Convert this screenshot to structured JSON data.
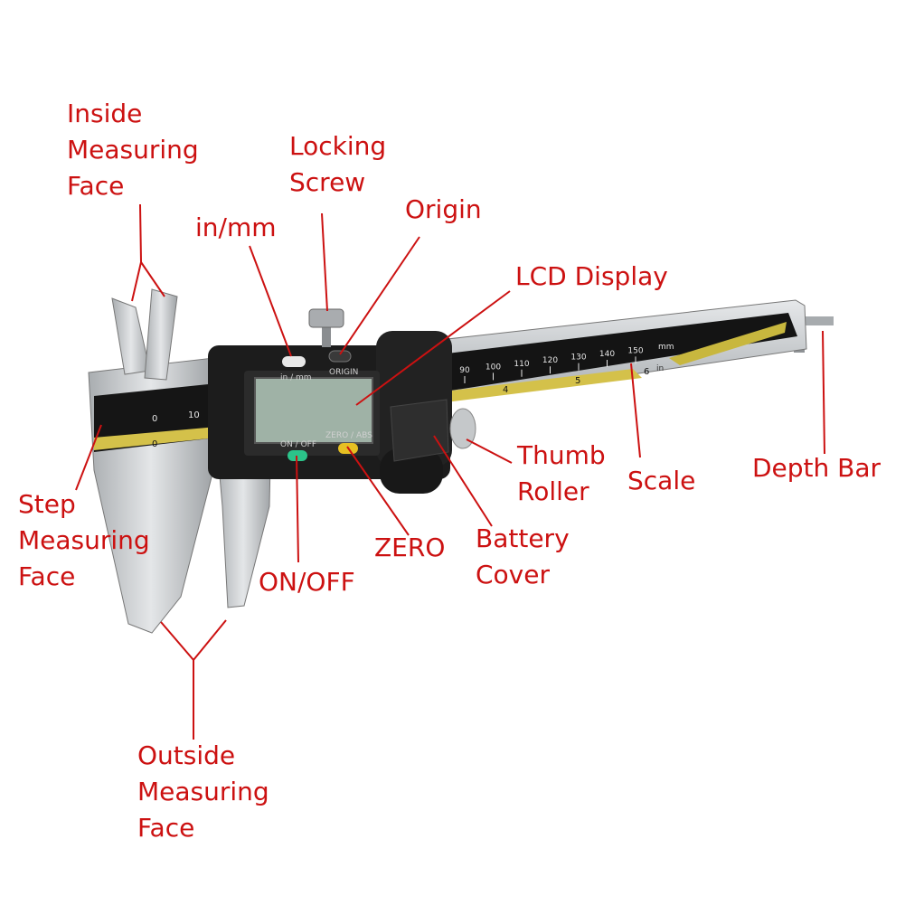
{
  "colors": {
    "label": "#cc1111",
    "steel": "#c9ccce",
    "body": "#1c1c1c",
    "scale_stripe": "#d4c14a",
    "on_button": "#2bc48a",
    "zero_button": "#e6c022"
  },
  "labels": {
    "inside_measuring_face": [
      "Inside",
      "Measuring",
      "Face"
    ],
    "locking_screw": [
      "Locking",
      "Screw"
    ],
    "origin": [
      "Origin"
    ],
    "in_mm": [
      "in/mm"
    ],
    "lcd_display": [
      "LCD Display"
    ],
    "thumb_roller": [
      "Thumb",
      "Roller"
    ],
    "scale": [
      "Scale"
    ],
    "depth_bar": [
      "Depth Bar"
    ],
    "step_measuring_face": [
      "Step",
      "Measuring",
      "Face"
    ],
    "zero": [
      "ZERO"
    ],
    "on_off": [
      "ON/OFF"
    ],
    "battery_cover": [
      "Battery",
      "Cover"
    ],
    "outside_measuring_face": [
      "Outside",
      "Measuring",
      "Face"
    ]
  },
  "device": {
    "in_mm_text": "in / mm",
    "origin_text": "ORIGIN",
    "on_off_text": "ON / OFF",
    "zero_abs_text": "ZERO / ABS",
    "mm_unit": "mm",
    "in_unit": "in",
    "beam_numbers": [
      "90",
      "100",
      "110",
      "120",
      "130",
      "140",
      "150"
    ],
    "inch_numbers": [
      "4",
      "5",
      "6"
    ],
    "jaw_scale_numbers": [
      "0",
      "10"
    ],
    "jaw_inch_zero": "0"
  }
}
